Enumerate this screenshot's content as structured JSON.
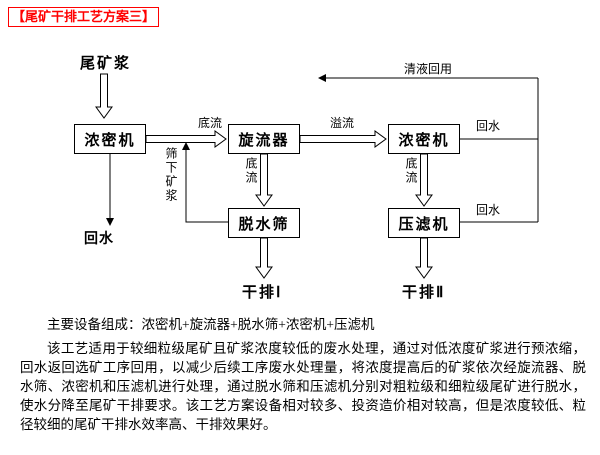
{
  "page": {
    "title": "【尾矿干排工艺方案三】"
  },
  "diagram": {
    "nodes": {
      "tailings_slurry": "尾矿浆",
      "thickener_left": "浓密机",
      "cyclone": "旋流器",
      "thickener_right": "浓密机",
      "dewatering_screen": "脱水筛",
      "filter_press": "压滤机"
    },
    "labels": {
      "underflow_left": "底流",
      "overflow": "溢流",
      "clear_liquid_reuse": "清液回用",
      "return_water_top_right": "回水",
      "underflow_cyclone": "底流",
      "screen_underflow_slurry": "筛下矿浆",
      "underflow_right": "底流",
      "return_water_bottom_right": "回水",
      "return_water_left": "回水",
      "dry_discharge_1": "干排Ⅰ",
      "dry_discharge_2": "干排Ⅱ"
    }
  },
  "summary": {
    "equipment_line": "主要设备组成：浓密机+旋流器+脱水筛+浓密机+压滤机",
    "paragraph": "该工艺适用于较细粒级尾矿且矿浆浓度较低的废水处理，通过对低浓度矿浆进行预浓缩，回水返回选矿工序回用，以减少后续工序废水处理量，将浓度提高后的矿浆依次经旋流器、脱水筛、浓密机和压滤机进行处理，通过脱水筛和压滤机分别对粗粒级和细粒级尾矿进行脱水，使水分降至尾矿干排要求。该工艺方案设备相对较多、投资造价相对较高，但是浓度较低、粒径较细的尾矿干排水效率高、干排效果好。"
  },
  "colors": {
    "title_red": "#ff0000",
    "line_black": "#000000",
    "background": "#ffffff"
  }
}
